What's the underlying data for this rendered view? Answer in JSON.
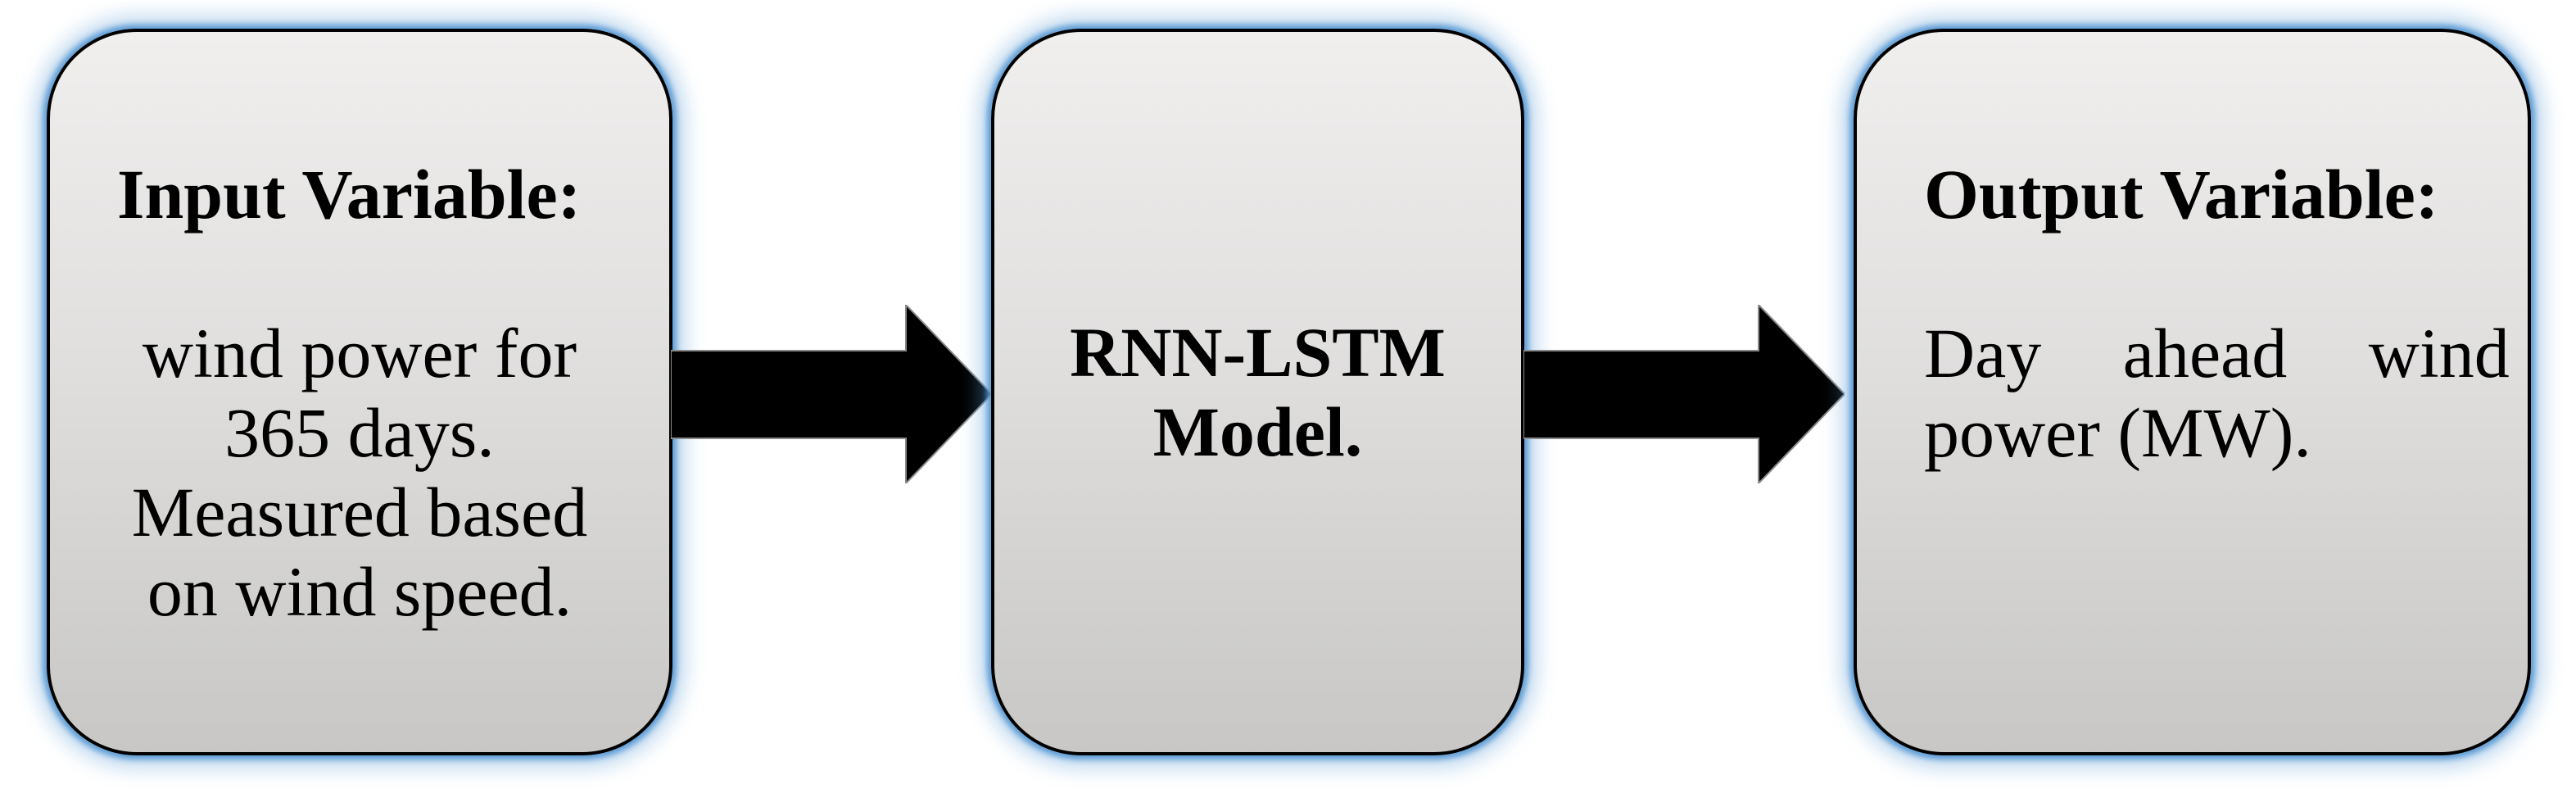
{
  "diagram": {
    "background_color": "#ffffff",
    "glow_color": "#5b9bd5",
    "box_border_color": "#000000",
    "box_fill_top": "#f0efee",
    "box_fill_bottom": "#c8c7c5",
    "text_color": "#000000",
    "arrow_color": "#000000",
    "nodes": [
      {
        "id": "input",
        "heading": "Input Variable:",
        "body_lines": [
          "wind power for",
          "365 days.",
          "Measured based",
          "on wind speed."
        ]
      },
      {
        "id": "model",
        "heading_lines": [
          "RNN-LSTM",
          "Model."
        ]
      },
      {
        "id": "output",
        "heading": "Output Variable:",
        "body_lines": [
          "Day ahead wind",
          "power (MW)."
        ]
      }
    ],
    "arrows": [
      {
        "id": "arrow-input-to-model",
        "direction": "right"
      },
      {
        "id": "arrow-model-to-output",
        "direction": "right"
      }
    ]
  }
}
